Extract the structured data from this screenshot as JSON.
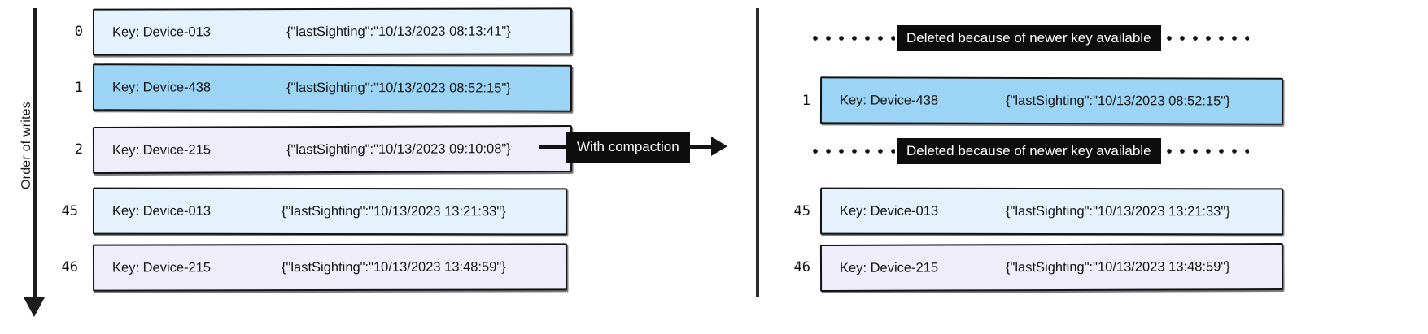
{
  "axis": {
    "label": "Order of writes",
    "arrow_icon": "down-arrow-icon"
  },
  "transform": {
    "label": "With compaction",
    "arrow_icon": "right-arrow-icon"
  },
  "left_panel": {
    "name": "before-compaction",
    "rows": [
      {
        "index": "0",
        "key": "Key: Device-013",
        "value": "{\"lastSighting\":\"10/13/2023 08:13:41\"}",
        "fill": "lightblue"
      },
      {
        "index": "1",
        "key": "Key: Device-438",
        "value": "{\"lastSighting\":\"10/13/2023 08:52:15\"}",
        "fill": "blue"
      },
      {
        "index": "2",
        "key": "Key: Device-215",
        "value": "{\"lastSighting\":\"10/13/2023 09:10:08\"}",
        "fill": "lavender"
      },
      {
        "index": "45",
        "key": "Key: Device-013",
        "value": "{\"lastSighting\":\"10/13/2023 13:21:33\"}",
        "fill": "lightblue"
      },
      {
        "index": "46",
        "key": "Key: Device-215",
        "value": "{\"lastSighting\":\"10/13/2023 13:48:59\"}",
        "fill": "lavender"
      }
    ]
  },
  "right_panel": {
    "name": "after-compaction",
    "deleted_note": "Deleted because of newer key available",
    "rows": [
      {
        "index": "1",
        "key": "Key: Device-438",
        "value": "{\"lastSighting\":\"10/13/2023 08:52:15\"}",
        "fill": "blue"
      },
      {
        "index": "45",
        "key": "Key: Device-013",
        "value": "{\"lastSighting\":\"10/13/2023 13:21:33\"}",
        "fill": "lightblue"
      },
      {
        "index": "46",
        "key": "Key: Device-215",
        "value": "{\"lastSighting\":\"10/13/2023 13:48:59\"}",
        "fill": "lavender"
      }
    ]
  },
  "colors": {
    "fill_lightblue": "#e3f2fb",
    "fill_blue": "#9bd4f5",
    "fill_lavender": "#f0edfa",
    "stroke": "#121212",
    "badge_bg": "#0d0d0d",
    "badge_text": "#ffffff"
  }
}
